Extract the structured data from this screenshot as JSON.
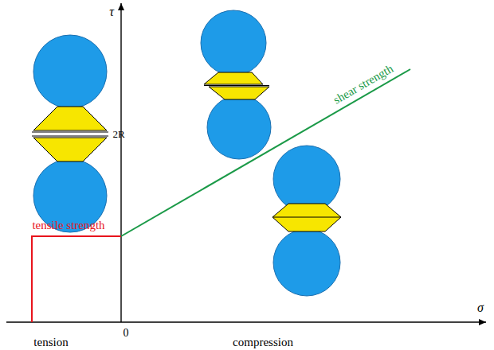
{
  "diagram": {
    "labels": [
      "τ",
      "2R",
      "tensile strength",
      "shear strength",
      "tension",
      "0",
      "compression",
      "σ"
    ]
  }
}
